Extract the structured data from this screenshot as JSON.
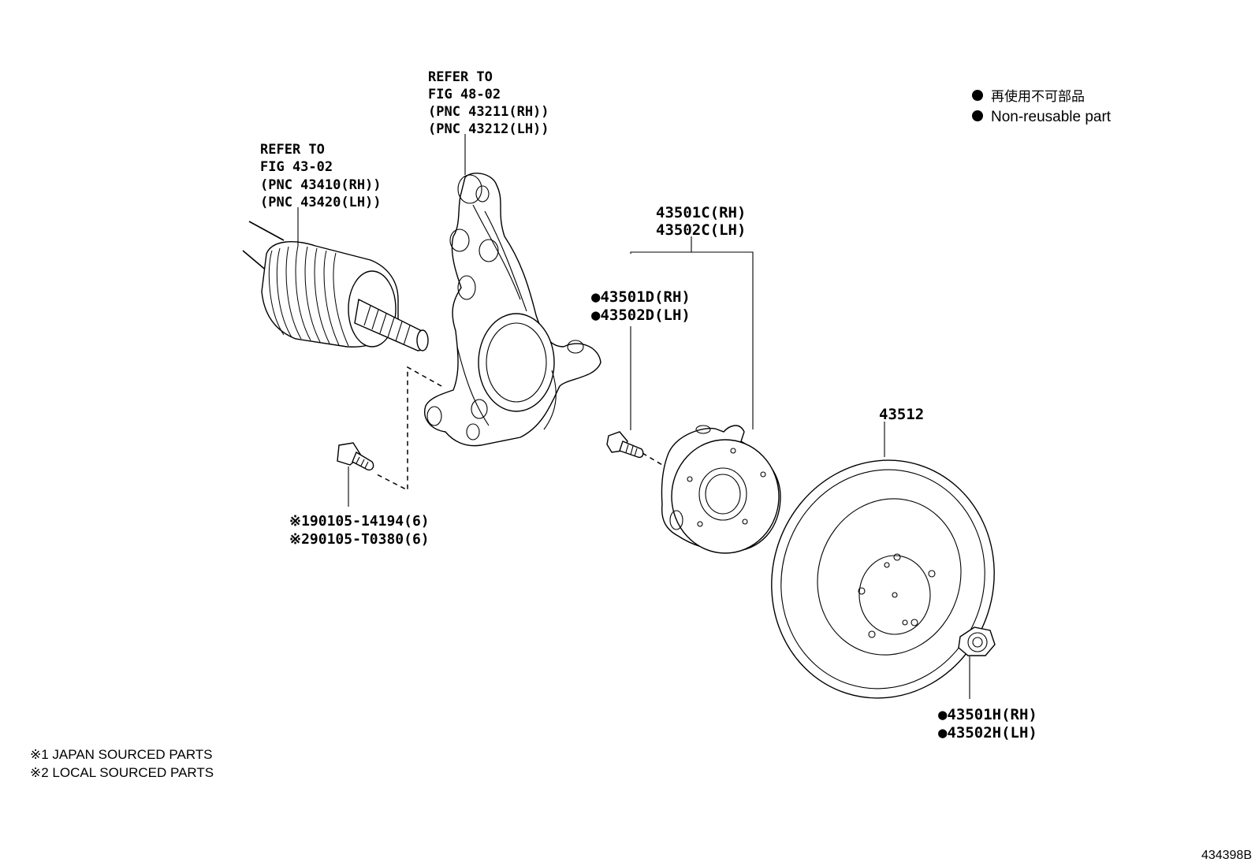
{
  "legend": {
    "symbol": "●",
    "non_reusable_jp": "再使用不可部品",
    "non_reusable_en": "Non-reusable part"
  },
  "callouts": {
    "drive_shaft": [
      "REFER TO",
      "FIG 43-02",
      "(PNC 43410(RH))",
      "(PNC 43420(LH))"
    ],
    "knuckle": [
      "REFER TO",
      "FIG 48-02",
      "(PNC 43211(RH))",
      "(PNC 43212(LH))"
    ],
    "hub_assy": [
      "43501C(RH)",
      "43502C(LH)"
    ],
    "hub_bolt": [
      "●43501D(RH)",
      "●43502D(LH)"
    ],
    "disc": [
      "43512"
    ],
    "bolt": [
      "※190105-14194(6)",
      "※290105-T0380(6)"
    ],
    "nut": [
      "●43501H(RH)",
      "●43502H(LH)"
    ]
  },
  "notes": [
    "※1 JAPAN SOURCED PARTS",
    "※2 LOCAL SOURCED PARTS"
  ],
  "figure_id": "434398B"
}
